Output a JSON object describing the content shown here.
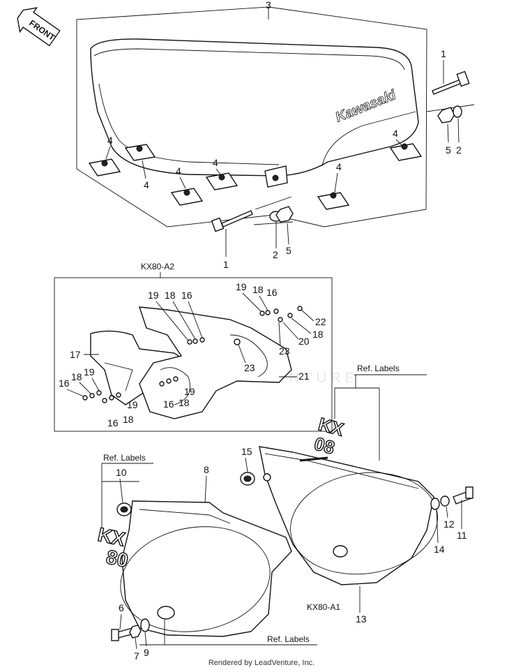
{
  "front_tag": "FRONT",
  "seat_brand": "Kawasaki",
  "subassembly_code_top": "KX80-A2",
  "subassembly_code_bottom": "KX80-A1",
  "ref_labels": "Ref. Labels",
  "decal_text_left": [
    "KX",
    "80"
  ],
  "decal_text_right": [
    "KX",
    "08"
  ],
  "watermark": "LEADVENTURE",
  "footer": "Rendered by LeadVenture, Inc.",
  "callouts": {
    "seat": "3",
    "bolt_top_right": "1",
    "bolt_bottom": "1",
    "washer_right": "2",
    "washer_bottom": "2",
    "nut_right": "5",
    "nut_bottom": "5",
    "damper": "4",
    "side_cover_left": "8",
    "grommet_left": "10",
    "bolt_left": "6",
    "nut_left": "7",
    "washer_left": "9",
    "side_cover_right": "13",
    "grommet_right": "15",
    "bolt_right": "11",
    "washer_right_cover": "12",
    "collar_right": "14",
    "bracket_front": "17",
    "bracket_rear": "21",
    "bolt_a2": "16",
    "lock_washer_a2": "18",
    "washer_a2": "19",
    "collar_a2": "20",
    "bolt_a2_long": "22",
    "collar_a2_b": "23"
  }
}
